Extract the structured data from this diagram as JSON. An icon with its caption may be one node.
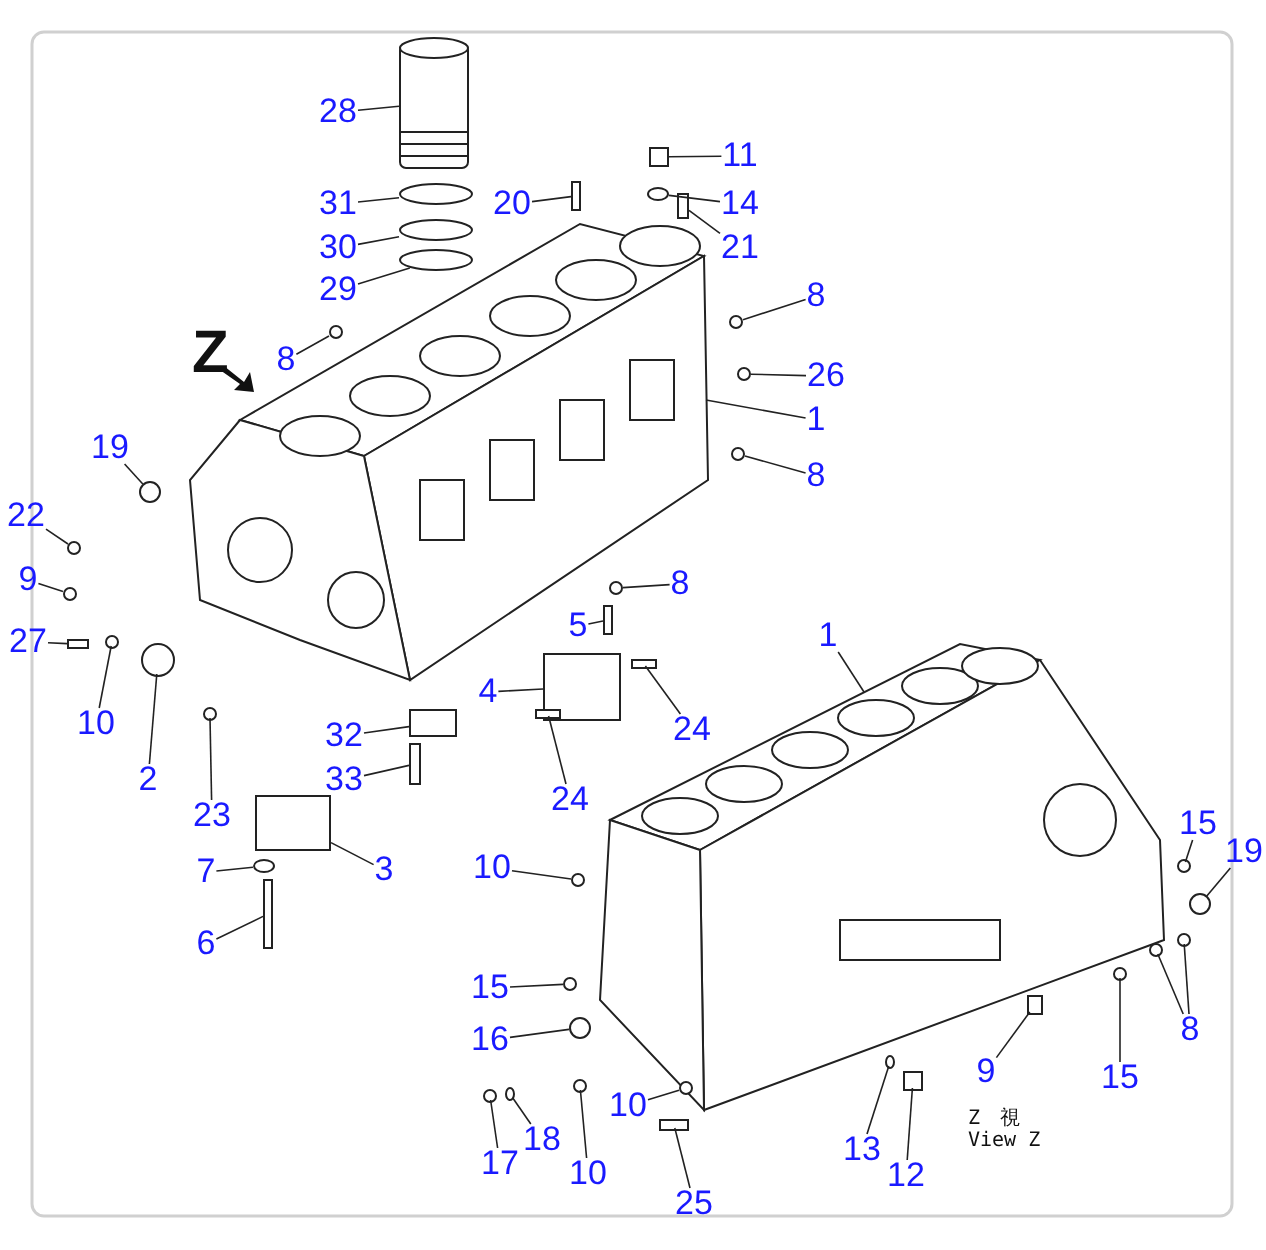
{
  "diagram": {
    "nodes": [
      {
        "text": [
          "28"
        ]
      },
      {
        "text": [
          "31"
        ]
      },
      {
        "text": [
          "30"
        ]
      },
      {
        "text": [
          "29"
        ]
      },
      {
        "text": [
          "20"
        ]
      },
      {
        "text": [
          "11"
        ]
      },
      {
        "text": [
          "14"
        ]
      },
      {
        "text": [
          "21"
        ]
      },
      {
        "text": [
          "8"
        ]
      },
      {
        "text": [
          "8"
        ]
      },
      {
        "text": [
          "26"
        ]
      },
      {
        "text": [
          "1"
        ]
      },
      {
        "text": [
          "8"
        ]
      },
      {
        "text": [
          "19"
        ]
      },
      {
        "text": [
          "22"
        ]
      },
      {
        "text": [
          "9"
        ]
      },
      {
        "text": [
          "27"
        ]
      },
      {
        "text": [
          "10"
        ]
      },
      {
        "text": [
          "2"
        ]
      },
      {
        "text": [
          "23"
        ]
      },
      {
        "text": [
          "8"
        ]
      },
      {
        "text": [
          "5"
        ]
      },
      {
        "text": [
          "4"
        ]
      },
      {
        "text": [
          "24"
        ]
      },
      {
        "text": [
          "24"
        ]
      },
      {
        "text": [
          "32"
        ]
      },
      {
        "text": [
          "33"
        ]
      },
      {
        "text": [
          "7"
        ]
      },
      {
        "text": [
          "6"
        ]
      },
      {
        "text": [
          "3"
        ]
      },
      {
        "text": [
          "1"
        ]
      },
      {
        "text": [
          "10"
        ]
      },
      {
        "text": [
          "15"
        ]
      },
      {
        "text": [
          "19"
        ]
      },
      {
        "text": [
          "15"
        ]
      },
      {
        "text": [
          "16"
        ]
      },
      {
        "text": [
          "9"
        ]
      },
      {
        "text": [
          "15"
        ]
      },
      {
        "text": [
          "8"
        ]
      },
      {
        "text": [
          "17"
        ]
      },
      {
        "text": [
          "18"
        ]
      },
      {
        "text": [
          "10"
        ]
      },
      {
        "text": [
          "10"
        ]
      },
      {
        "text": [
          "13"
        ]
      },
      {
        "text": [
          "12"
        ]
      },
      {
        "text": [
          "25"
        ]
      },
      {
        "text": [],
        "shape": "cylinder"
      },
      {
        "text": [],
        "shape": "ring"
      },
      {
        "text": [],
        "shape": "ring"
      },
      {
        "text": [],
        "shape": "ring"
      },
      {
        "text": [],
        "shape": "bar"
      },
      {
        "text": [],
        "shape": "box"
      },
      {
        "text": [],
        "shape": "ring"
      },
      {
        "text": [],
        "shape": "bar"
      },
      {
        "text": [],
        "shape": "circle"
      },
      {
        "text": [],
        "shape": "circle"
      },
      {
        "text": [],
        "shape": "circle"
      },
      {
        "text": [],
        "shape": "picture"
      },
      {
        "text": [],
        "shape": "circle"
      },
      {
        "text": [],
        "shape": "circle"
      },
      {
        "text": [],
        "shape": "circle"
      },
      {
        "text": [],
        "shape": "circle"
      },
      {
        "text": [],
        "shape": "bar"
      },
      {
        "text": [],
        "shape": "circle"
      },
      {
        "text": [],
        "shape": "circle"
      },
      {
        "text": [],
        "shape": "circle"
      },
      {
        "text": [],
        "shape": "circle"
      },
      {
        "text": [],
        "shape": "bar"
      },
      {
        "text": [],
        "shape": "box"
      },
      {
        "text": [],
        "shape": "bar"
      },
      {
        "text": [],
        "shape": "bar"
      },
      {
        "text": [],
        "shape": "box"
      },
      {
        "text": [],
        "shape": "bar"
      },
      {
        "text": [],
        "shape": "ring"
      },
      {
        "text": [],
        "shape": "bar"
      },
      {
        "text": [],
        "shape": "box"
      },
      {
        "text": [],
        "shape": "picture"
      },
      {
        "text": [],
        "shape": "circle"
      },
      {
        "text": [],
        "shape": "circle"
      },
      {
        "text": [],
        "shape": "circle"
      },
      {
        "text": [],
        "shape": "circle"
      },
      {
        "text": [],
        "shape": "circle"
      },
      {
        "text": [],
        "shape": "box"
      },
      {
        "text": [],
        "shape": "circle"
      },
      {
        "text": [],
        "shape": "circle"
      },
      {
        "text": [],
        "shape": "circle"
      },
      {
        "text": [],
        "shape": "ring"
      },
      {
        "text": [],
        "shape": "circle"
      },
      {
        "text": [],
        "shape": "circle"
      },
      {
        "text": [],
        "shape": "ring"
      },
      {
        "text": [],
        "shape": "box"
      },
      {
        "text": [],
        "shape": "bar"
      },
      {
        "text": [],
        "shape": "circle"
      }
    ],
    "edges": [
      {
        "from": 0,
        "to": 46,
        "arrow": "none"
      },
      {
        "from": 1,
        "to": 47,
        "arrow": "none"
      },
      {
        "from": 2,
        "to": 48,
        "arrow": "none"
      },
      {
        "from": 3,
        "to": 49,
        "arrow": "none"
      },
      {
        "from": 4,
        "to": 50,
        "arrow": "none"
      },
      {
        "from": 5,
        "to": 51,
        "arrow": "none"
      },
      {
        "from": 6,
        "to": 52,
        "arrow": "none"
      },
      {
        "from": 7,
        "to": 53,
        "arrow": "none"
      },
      {
        "from": 8,
        "to": 54,
        "arrow": "none"
      },
      {
        "from": 9,
        "to": 55,
        "arrow": "none"
      },
      {
        "from": 10,
        "to": 56,
        "arrow": "none"
      },
      {
        "from": 11,
        "to": 57,
        "arrow": "none"
      },
      {
        "from": 12,
        "to": 58,
        "arrow": "none"
      },
      {
        "from": 13,
        "to": 59,
        "arrow": "none"
      },
      {
        "from": 14,
        "to": 60,
        "arrow": "none"
      },
      {
        "from": 15,
        "to": 61,
        "arrow": "none"
      },
      {
        "from": 16,
        "to": 62,
        "arrow": "none"
      },
      {
        "from": 17,
        "to": 63,
        "arrow": "none"
      },
      {
        "from": 18,
        "to": 64,
        "arrow": "none"
      },
      {
        "from": 19,
        "to": 65,
        "arrow": "none"
      },
      {
        "from": 20,
        "to": 66,
        "arrow": "none"
      },
      {
        "from": 21,
        "to": 67,
        "arrow": "none"
      },
      {
        "from": 22,
        "to": 68,
        "arrow": "none"
      },
      {
        "from": 23,
        "to": 69,
        "arrow": "none"
      },
      {
        "from": 24,
        "to": 70,
        "arrow": "none"
      },
      {
        "from": 25,
        "to": 71,
        "arrow": "none"
      },
      {
        "from": 26,
        "to": 72,
        "arrow": "none"
      },
      {
        "from": 27,
        "to": 73,
        "arrow": "none"
      },
      {
        "from": 28,
        "to": 74,
        "arrow": "none"
      },
      {
        "from": 29,
        "to": 75,
        "arrow": "none"
      },
      {
        "from": 30,
        "to": 76,
        "arrow": "none"
      },
      {
        "from": 31,
        "to": 77,
        "arrow": "none"
      },
      {
        "from": 32,
        "to": 78,
        "arrow": "none"
      },
      {
        "from": 33,
        "to": 79,
        "arrow": "none"
      },
      {
        "from": 34,
        "to": 80,
        "arrow": "none"
      },
      {
        "from": 35,
        "to": 81,
        "arrow": "none"
      },
      {
        "from": 36,
        "to": 82,
        "arrow": "none"
      },
      {
        "from": 37,
        "to": 83,
        "arrow": "none"
      },
      {
        "from": 38,
        "to": 84,
        "arrow": "none"
      },
      {
        "from": 38,
        "to": 92,
        "arrow": "none"
      },
      {
        "from": 39,
        "to": 85,
        "arrow": "none"
      },
      {
        "from": 40,
        "to": 86,
        "arrow": "none"
      },
      {
        "from": 41,
        "to": 87,
        "arrow": "none"
      },
      {
        "from": 42,
        "to": 88,
        "arrow": "none"
      },
      {
        "from": 43,
        "to": 89,
        "arrow": "none"
      },
      {
        "from": 44,
        "to": 90,
        "arrow": "none"
      },
      {
        "from": 45,
        "to": 91,
        "arrow": "none"
      }
    ],
    "labels": [
      "Z",
      "Z　視",
      "View Z"
    ]
  }
}
